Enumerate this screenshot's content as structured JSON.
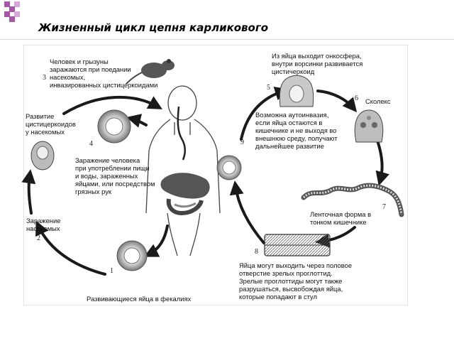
{
  "slide": {
    "title": "Жизненный цикл цепня карликового"
  },
  "colors": {
    "accent_squares": "#a855a8",
    "accent_squares_light": "#d7a7d8",
    "arrow": "#1a1a1a"
  },
  "labels": {
    "human_rodents": "Человек и грызуны\nзаражаются при поедании\nнасекомых,\nинвазированных цистицеркоидами",
    "cysticercoid_dev": "Развитие\nцистицеркоидов\nу насекомых",
    "insect_infection": "Заражение\nнасекомых",
    "human_infection": "Заражение человека\nпри употреблении пищи\nи воды, зараженных\nяйцами, или посредством\nгрязных рук",
    "eggs_feces": "Развивающиеся яйца в фекалиях",
    "oncosphere": "Из яйца выходит онкосфера,\nвнутри ворсинки развивается\nцистичеркоид",
    "scolex": "Сколекс",
    "autoinvasion": "Возможна аутоинвазия,\nесли яйца остаются в\nкишечнике и не выходя во\nвнешнюю среду, получают\nдальнейшее развитие",
    "ribbon_form": "Ленточная форма в\nтонком кишечнике",
    "eggs_exit": "Яйца могут выходить через половое\nотверстие зрелых проглоттид.\nЗрелые проглоттиды могут также\nразрушаться, высвобождая яйца,\nкоторые попадают в стул"
  },
  "stage_numbers": {
    "n1": "1",
    "n2": "2",
    "n3": "3",
    "n4": "4",
    "n5": "5",
    "n6": "6",
    "n7": "7",
    "n8": "8",
    "n9": "9"
  }
}
